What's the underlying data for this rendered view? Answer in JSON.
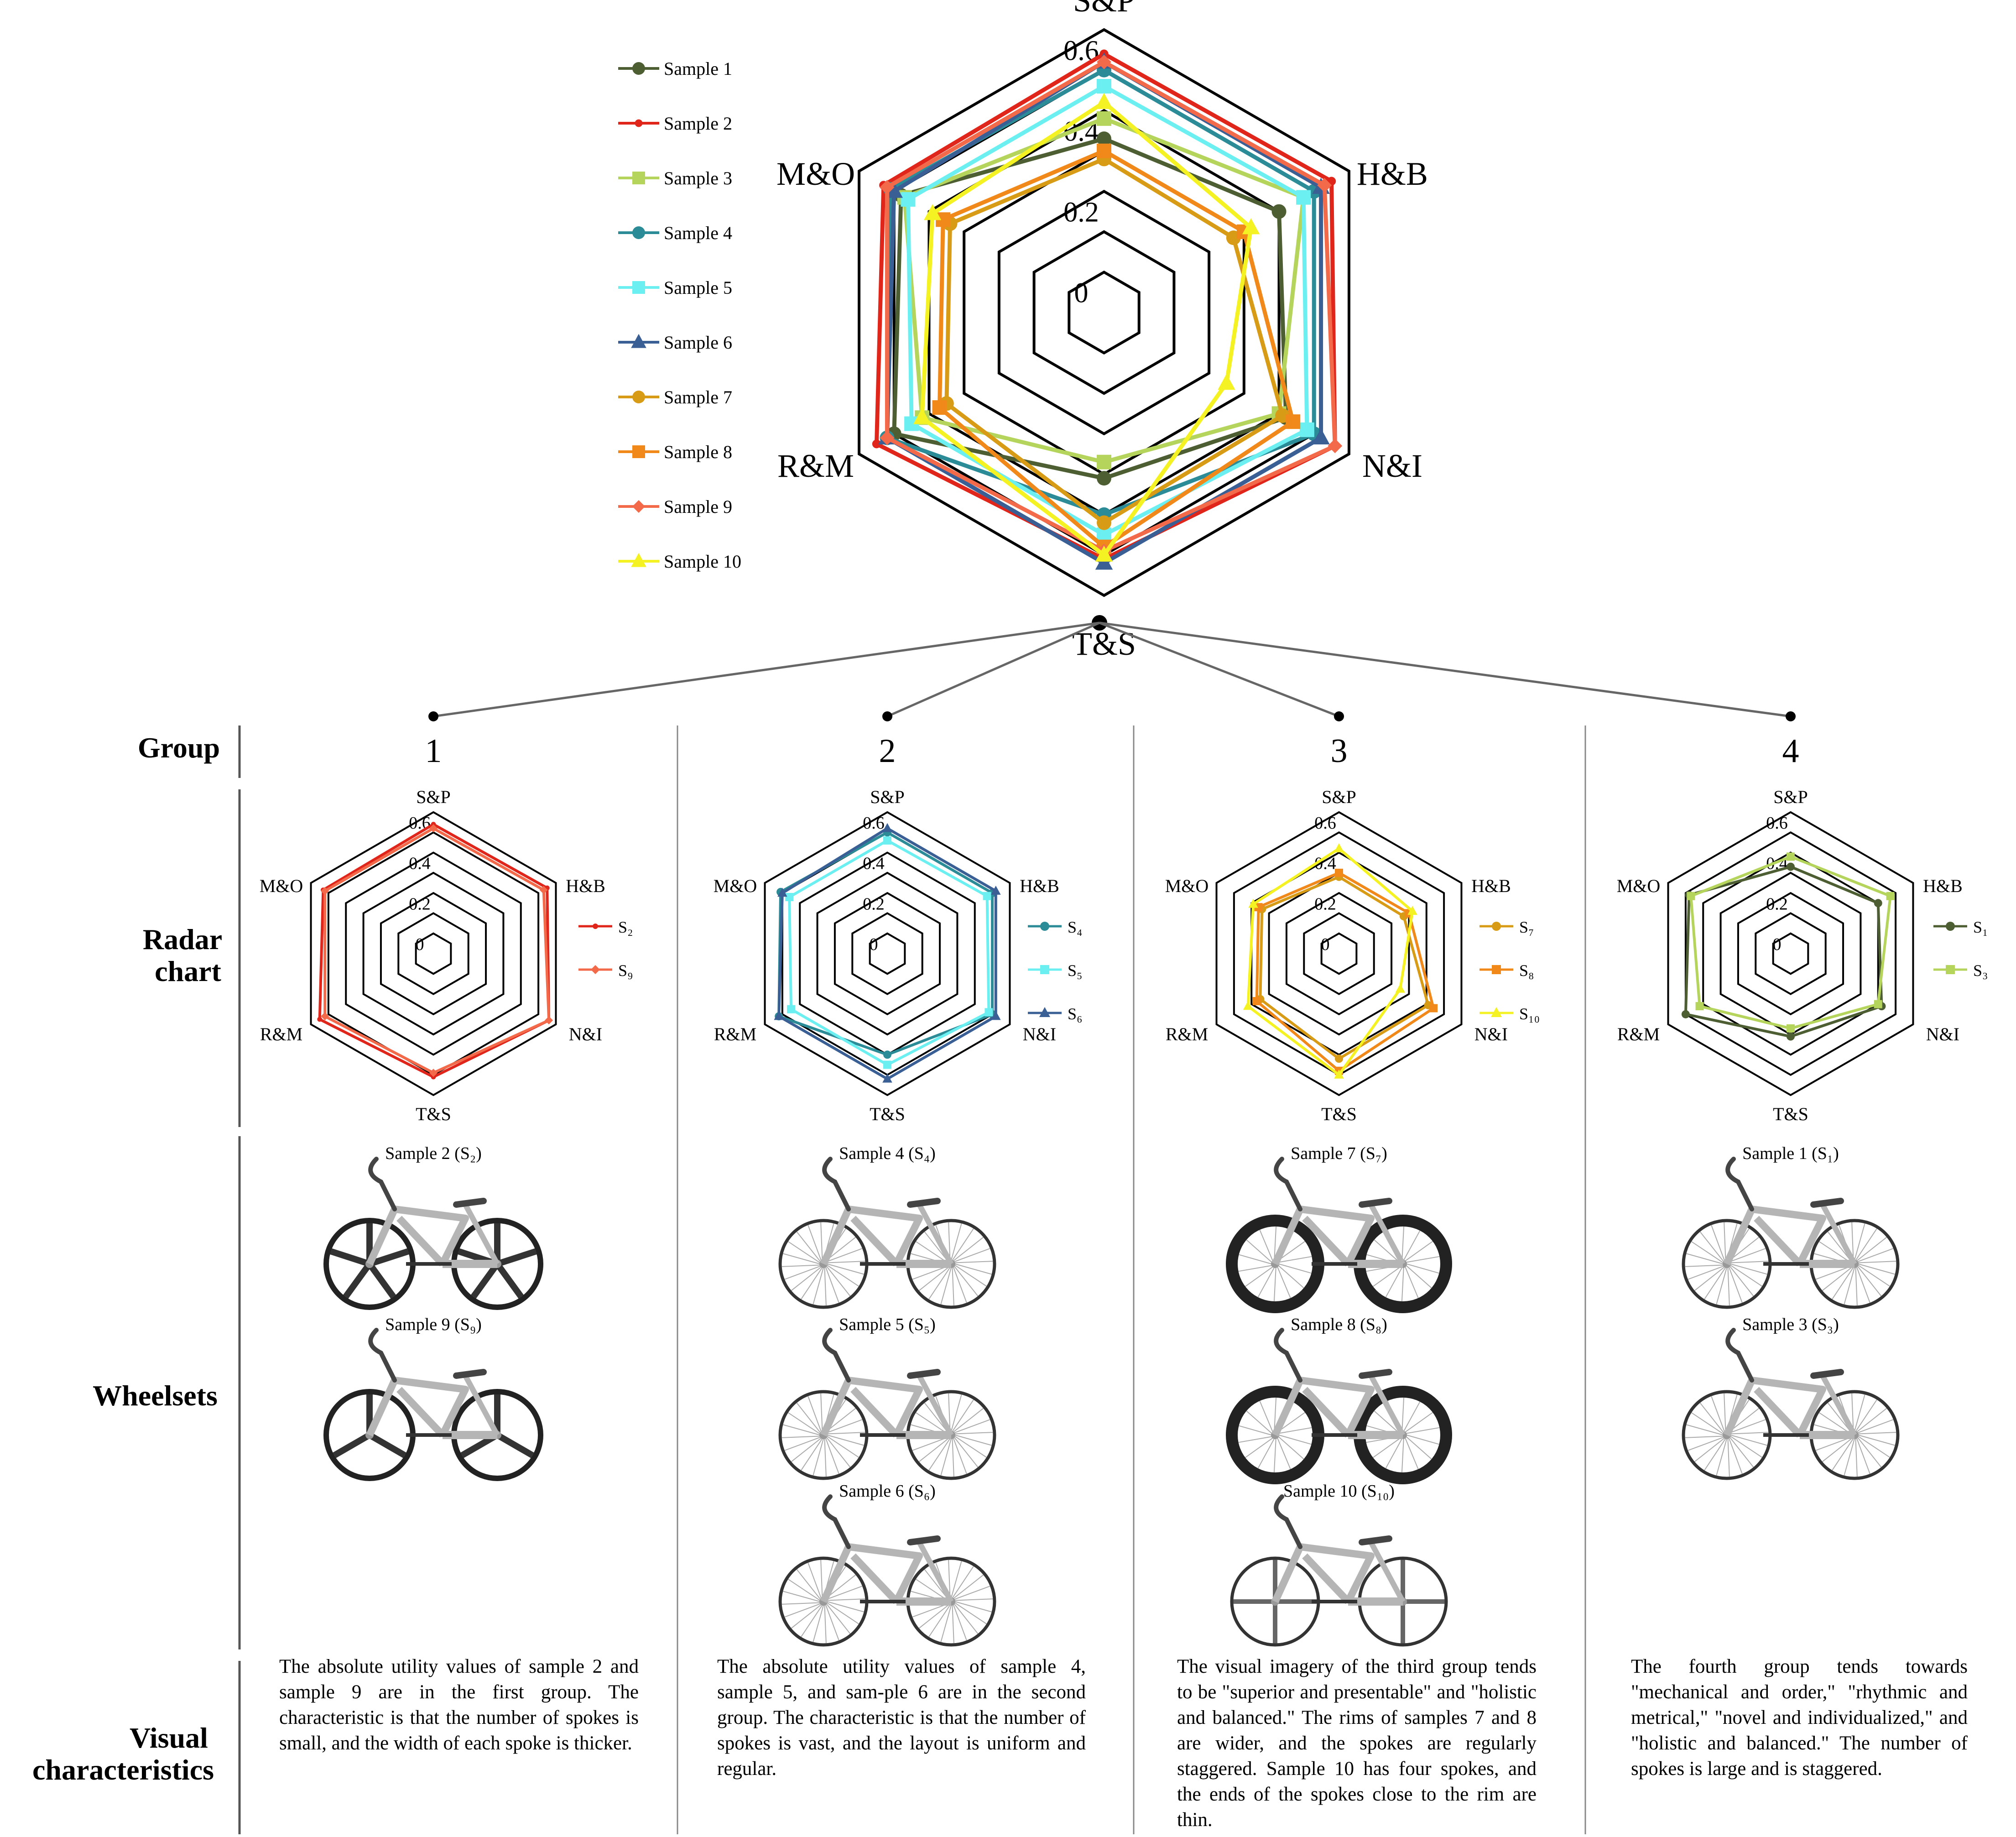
{
  "colors": {
    "Sample 1": "#4d5e32",
    "Sample 2": "#e0251b",
    "Sample 3": "#b5d45c",
    "Sample 4": "#2b8b97",
    "Sample 5": "#6ceff0",
    "Sample 6": "#3a5f95",
    "Sample 7": "#d89b16",
    "Sample 8": "#f0891a",
    "Sample 9": "#f26a4a",
    "Sample 10": "#f5f224"
  },
  "chart_data": [
    {
      "type": "radar",
      "axes": [
        "S&P",
        "H&B",
        "N&I",
        "T&S",
        "R&M",
        "M&O"
      ],
      "ticks": [
        "0",
        "0.2",
        "0.4",
        "0.6"
      ],
      "range": [
        0,
        0.7
      ],
      "legend_position": "top-left",
      "series": [
        {
          "name": "Sample 1",
          "marker": "circle",
          "values": [
            0.43,
            0.5,
            0.52,
            0.41,
            0.6,
            0.58
          ]
        },
        {
          "name": "Sample 2",
          "marker": "dot",
          "values": [
            0.64,
            0.65,
            0.66,
            0.61,
            0.65,
            0.63
          ]
        },
        {
          "name": "Sample 3",
          "marker": "square",
          "values": [
            0.48,
            0.57,
            0.5,
            0.37,
            0.52,
            0.57
          ]
        },
        {
          "name": "Sample 4",
          "marker": "circle",
          "values": [
            0.6,
            0.6,
            0.6,
            0.5,
            0.62,
            0.61
          ]
        },
        {
          "name": "Sample 5",
          "marker": "square",
          "values": [
            0.56,
            0.57,
            0.58,
            0.55,
            0.55,
            0.56
          ]
        },
        {
          "name": "Sample 6",
          "marker": "triangle",
          "values": [
            0.62,
            0.62,
            0.62,
            0.62,
            0.62,
            0.6
          ]
        },
        {
          "name": "Sample 7",
          "marker": "circle",
          "values": [
            0.38,
            0.37,
            0.51,
            0.52,
            0.45,
            0.44
          ]
        },
        {
          "name": "Sample 8",
          "marker": "square",
          "values": [
            0.4,
            0.4,
            0.54,
            0.58,
            0.47,
            0.46
          ]
        },
        {
          "name": "Sample 9",
          "marker": "diamond",
          "values": [
            0.62,
            0.63,
            0.66,
            0.59,
            0.62,
            0.62
          ]
        },
        {
          "name": "Sample 10",
          "marker": "triangle",
          "values": [
            0.52,
            0.42,
            0.35,
            0.6,
            0.52,
            0.49
          ]
        }
      ]
    },
    {
      "type": "radar",
      "group": "1",
      "axes": [
        "S&P",
        "H&B",
        "N&I",
        "T&S",
        "R&M",
        "M&O"
      ],
      "ticks": [
        "0",
        "0.2",
        "0.4",
        "0.6"
      ],
      "series": [
        {
          "name": "S₂",
          "sample": "Sample 2",
          "marker": "dot"
        },
        {
          "name": "S₉",
          "sample": "Sample 9",
          "marker": "diamond"
        }
      ]
    },
    {
      "type": "radar",
      "group": "2",
      "axes": [
        "S&P",
        "H&B",
        "N&I",
        "T&S",
        "R&M",
        "M&O"
      ],
      "ticks": [
        "0",
        "0.2",
        "0.4",
        "0.6"
      ],
      "series": [
        {
          "name": "S₄",
          "sample": "Sample 4",
          "marker": "circle"
        },
        {
          "name": "S₅",
          "sample": "Sample 5",
          "marker": "square"
        },
        {
          "name": "S₆",
          "sample": "Sample 6",
          "marker": "triangle"
        }
      ]
    },
    {
      "type": "radar",
      "group": "3",
      "axes": [
        "S&P",
        "H&B",
        "N&I",
        "T&S",
        "R&M",
        "M&O"
      ],
      "ticks": [
        "0",
        "0.2",
        "0.4",
        "0.6"
      ],
      "series": [
        {
          "name": "S₇",
          "sample": "Sample 7",
          "marker": "circle"
        },
        {
          "name": "S₈",
          "sample": "Sample 8",
          "marker": "square"
        },
        {
          "name": "S₁₀",
          "sample": "Sample 10",
          "marker": "triangle"
        }
      ]
    },
    {
      "type": "radar",
      "group": "4",
      "axes": [
        "S&P",
        "H&B",
        "N&I",
        "T&S",
        "R&M",
        "M&O"
      ],
      "ticks": [
        "0",
        "0.2",
        "0.4",
        "0.6"
      ],
      "series": [
        {
          "name": "S₁",
          "sample": "Sample 1",
          "marker": "circle"
        },
        {
          "name": "S₃",
          "sample": "Sample 3",
          "marker": "square"
        }
      ]
    }
  ],
  "row_labels": {
    "group": "Group",
    "radar": [
      "Radar",
      "chart"
    ],
    "wheelsets": "Wheelsets",
    "visual": [
      "Visual",
      "characteristics"
    ]
  },
  "groups": [
    {
      "number": "1",
      "wheelsets": [
        {
          "caption": "Sample 2 (S₂)",
          "wheel": "five-spoke"
        },
        {
          "caption": "Sample 9 (S₉)",
          "wheel": "three-spoke"
        }
      ],
      "description": "The absolute utility values of sample 2 and sample 9 are in the first group. The characteristic is that the number of spokes is small, and the width of each spoke is thicker."
    },
    {
      "number": "2",
      "wheelsets": [
        {
          "caption": "Sample 4 (S₄)",
          "wheel": "wire-spoke"
        },
        {
          "caption": "Sample 5 (S₅)",
          "wheel": "wire-spoke"
        },
        {
          "caption": "Sample 6 (S₆)",
          "wheel": "wire-spoke"
        }
      ],
      "description": "The absolute utility values of sample 4, sample 5, and sam-ple 6 are in the second group. The characteristic is that the number of spokes is vast, and the layout is uniform and regular."
    },
    {
      "number": "3",
      "wheelsets": [
        {
          "caption": "Sample 7 (S₇)",
          "wheel": "wide-rim"
        },
        {
          "caption": "Sample 8 (S₈)",
          "wheel": "wide-rim"
        },
        {
          "caption": "Sample 10 (S₁₀)",
          "wheel": "four-spoke"
        }
      ],
      "description": "The visual imagery of the third group tends to be \"superior and presentable\" and \"holistic and balanced.\" The rims of samples 7 and 8 are wider, and the spokes are regularly staggered. Sample 10 has four spokes, and the ends of the spokes close to the rim are thin."
    },
    {
      "number": "4",
      "wheelsets": [
        {
          "caption": "Sample 1 (S₁)",
          "wheel": "staggered-spoke"
        },
        {
          "caption": "Sample 3 (S₃)",
          "wheel": "staggered-spoke"
        }
      ],
      "description": "The fourth group tends towards \"mechanical and order,\" \"rhythmic and metrical,\" \"novel and individualized,\" and \"holistic and balanced.\" The number of spokes is large and is staggered."
    }
  ]
}
